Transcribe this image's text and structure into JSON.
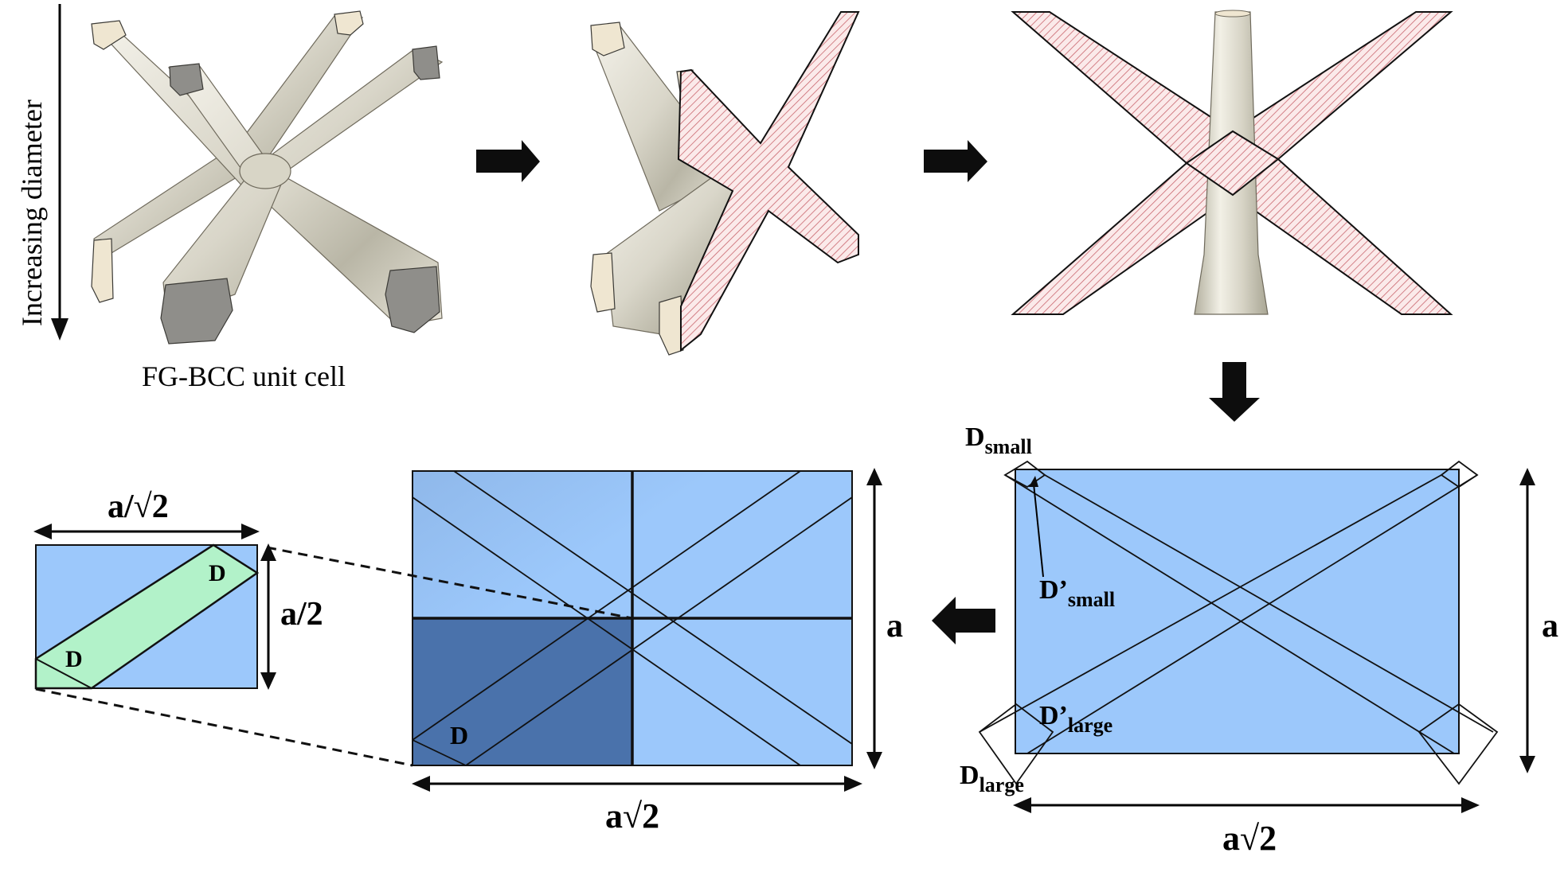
{
  "labels": {
    "increasing": "Increasing diameter",
    "unit_cell": "FG-BCC unit cell",
    "a_sqrt2_mid": "a√2",
    "a_sqrt2_right": "a√2",
    "a_mid": "a",
    "a_right": "a",
    "a_over_sqrt2": "a/√2",
    "a_over_2": "a/2",
    "d_small_main": "D",
    "d_small_sub": "small",
    "dp_small_main": "D’",
    "dp_small_sub": "small",
    "dp_large_main": "D’",
    "dp_large_sub": "large",
    "d_large_main": "D",
    "d_large_sub": "large",
    "d_small_cell_1": "D",
    "d_small_cell_2": "D",
    "d_mid_cell": "D"
  },
  "colors": {
    "cell_blue": "#9cc8fb",
    "cell_dark_blue": "#4a72ab",
    "strut_green": "#b2f2c9",
    "hatch_red": "#c9666e",
    "hatch_bg": "#fbeaea",
    "strut_grey": "#c9c6b6"
  }
}
